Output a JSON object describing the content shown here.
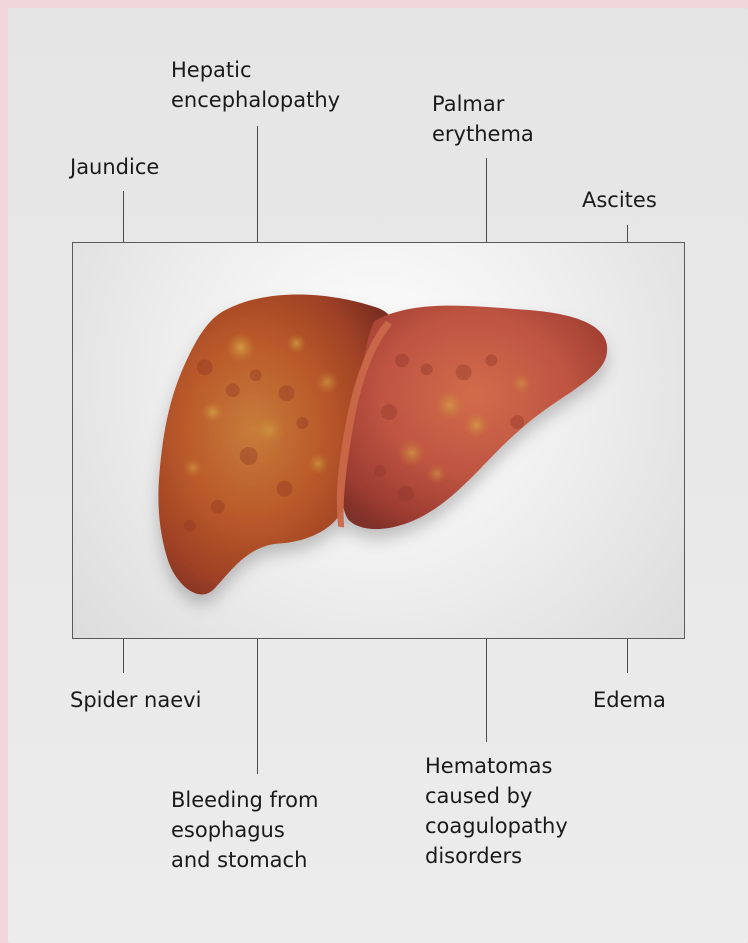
{
  "labels": {
    "jaundice": "Jaundice",
    "hepatic_encephalopathy": "Hepatic\nencephalopathy",
    "palmar_erythema": "Palmar\nerythema",
    "ascites": "Ascites",
    "spider_naevi": "Spider naevi",
    "bleeding": "Bleeding from\nesophagus\nand stomach",
    "hematomas": "Hematomas\ncaused by\ncoagulopathy\ndisorders",
    "edema": "Edema"
  },
  "image": {
    "subject": "liver-with-cirrhosis"
  }
}
